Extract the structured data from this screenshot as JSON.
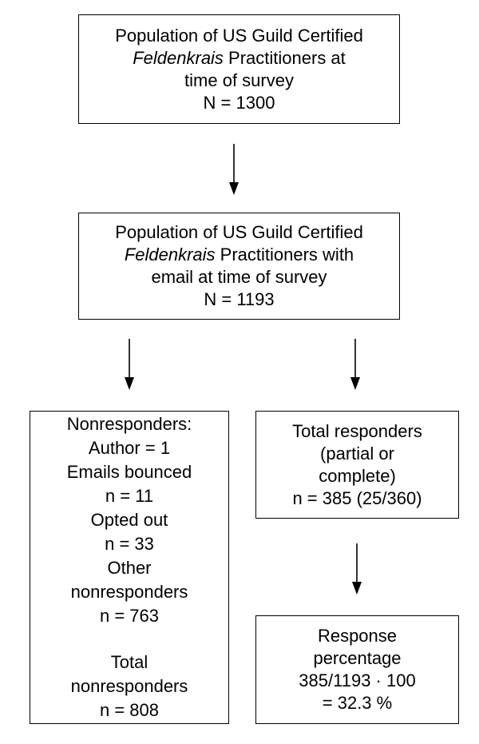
{
  "boxes": {
    "population": {
      "lines": [
        "Population of US Guild Certified",
        "Feldenkrais",
        " Practitioners at",
        "time of survey",
        "N = 1300"
      ]
    },
    "email_population": {
      "lines": [
        "Population of US Guild Certified",
        "Feldenkrais",
        " Practitioners with",
        "email at time of survey",
        "N = 1193"
      ]
    },
    "nonresponders": {
      "lines": [
        "Nonresponders:",
        "Author = 1",
        "Emails bounced",
        "n = 11",
        "Opted out",
        "n = 33",
        "Other",
        "nonresponders",
        "n = 763",
        "Total",
        "nonresponders",
        "n = 808"
      ]
    },
    "responders": {
      "lines": [
        "Total responders",
        "(partial or",
        "complete)",
        "n = 385 (25/360)"
      ]
    },
    "response_percentage": {
      "lines": [
        "Response",
        "percentage",
        "385/1193 · 100",
        "= 32.3 %"
      ]
    }
  }
}
